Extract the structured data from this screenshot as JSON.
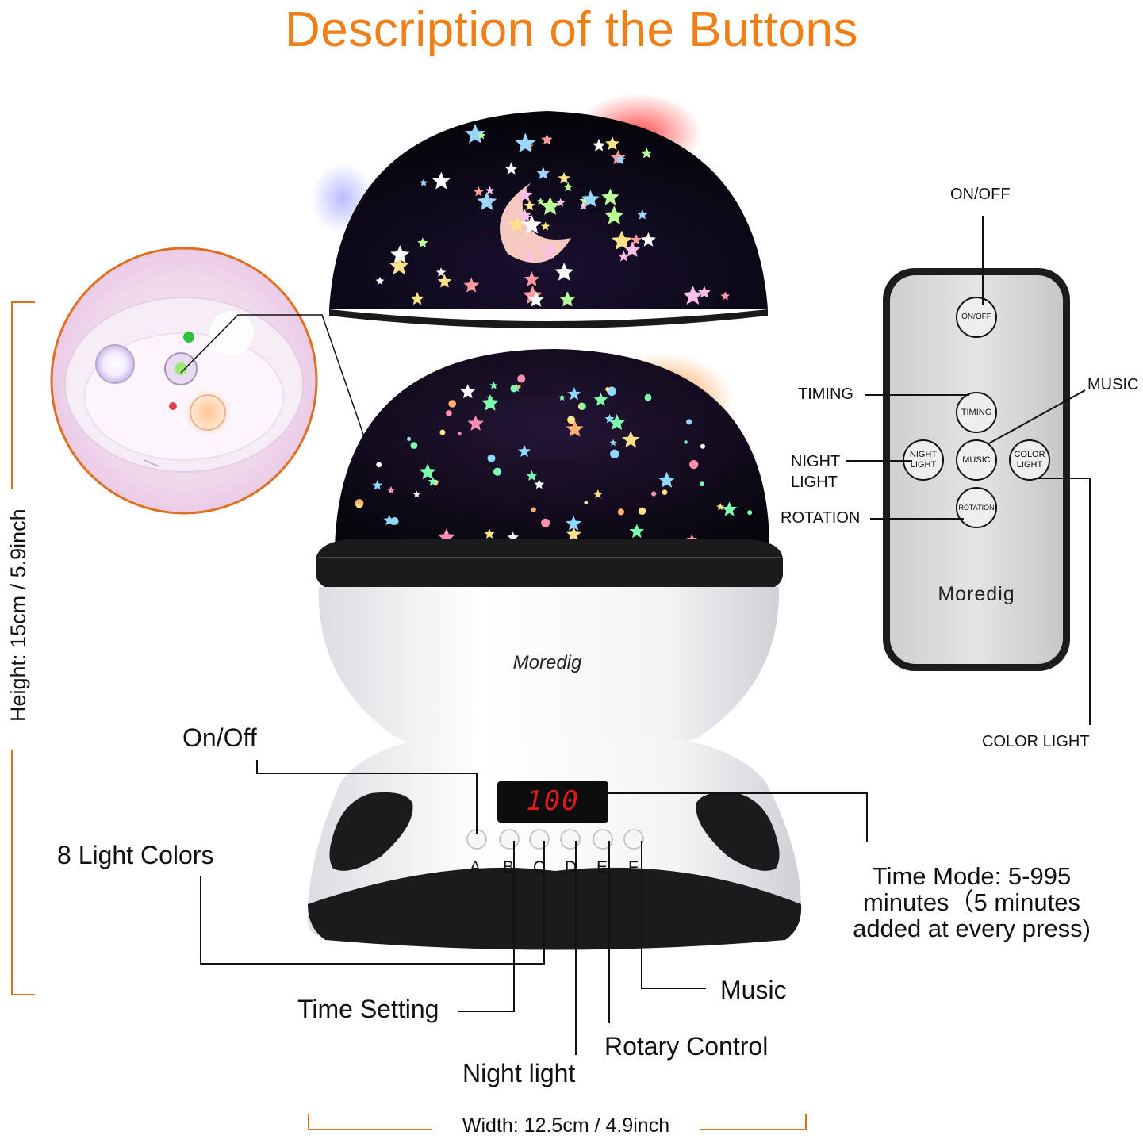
{
  "title": "Description of the Buttons",
  "brand": "Moredig",
  "display_value": "100",
  "dimensions": {
    "height": "Height: 15cm / 5.9inch",
    "width": "Width: 12.5cm / 4.9inch"
  },
  "base_buttons": [
    "A",
    "B",
    "C",
    "D",
    "E",
    "F"
  ],
  "base_callouts": {
    "on_off": "On/Off",
    "light_colors": "8 Light Colors",
    "time_setting": "Time Setting",
    "night_light": "Night light",
    "rotary_control": "Rotary Control",
    "music": "Music",
    "time_mode_l1": "Time Mode: 5-995",
    "time_mode_l2": "minutes（5 minutes",
    "time_mode_l3": "added at every press)"
  },
  "remote": {
    "brand": "Moredig",
    "buttons": {
      "on_off": "ON/OFF",
      "timing": "TIMING",
      "music": "MUSIC",
      "night_l1": "NIGHT",
      "night_l2": "LIGHT",
      "color_l1": "COLOR",
      "color_l2": "LIGHT",
      "rotation": "ROTATION"
    },
    "callouts": {
      "on_off": "ON/OFF",
      "timing": "TIMING",
      "music": "MUSIC",
      "night_l1": "NIGHT",
      "night_l2": "LIGHT",
      "rotation": "ROTATION",
      "color_light": "COLOR LIGHT"
    }
  },
  "colors": {
    "title": "#f07f18",
    "dimension_line": "#e07020",
    "led_display": "#e0191b"
  }
}
